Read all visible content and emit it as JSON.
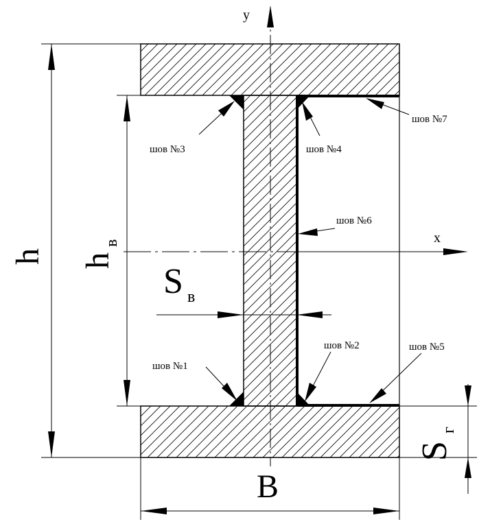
{
  "axes": {
    "y": "y",
    "x": "x"
  },
  "dimensions": {
    "h": "h",
    "hv_main": "h",
    "hv_sub": "в",
    "sv_main": "S",
    "sv_sub": "в",
    "sg_main": "S",
    "sg_sub": "г",
    "b": "B"
  },
  "welds": [
    {
      "id": "w1",
      "label": "шов №1"
    },
    {
      "id": "w2",
      "label": "шов №2"
    },
    {
      "id": "w3",
      "label": "шов №3"
    },
    {
      "id": "w4",
      "label": "шов №4"
    },
    {
      "id": "w5",
      "label": "шов №5"
    },
    {
      "id": "w6",
      "label": "шов №6"
    },
    {
      "id": "w7",
      "label": "шов №7"
    }
  ]
}
